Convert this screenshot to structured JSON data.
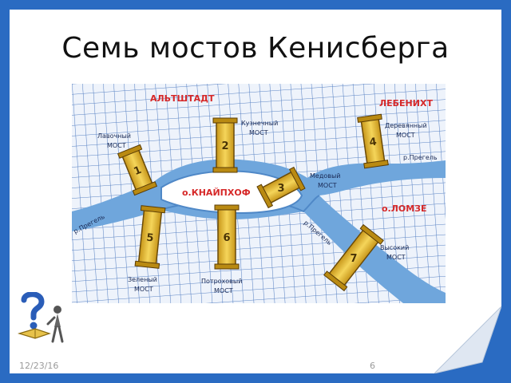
{
  "slide": {
    "title": "Семь мостов Кенисберга",
    "date": "12/23/16",
    "page_number": "6"
  },
  "map": {
    "districts": {
      "altshtadt": "АЛЬТШТАДТ",
      "lebenikht": "ЛЕБЕНИХТ",
      "knaiphof": "о.КНАЙПХОФ",
      "lomze": "о.ЛОМЗЕ"
    },
    "river_labels": {
      "left": "р.Прегель",
      "middle": "р.Прегель",
      "right": "р.Прегель"
    },
    "bridges": [
      {
        "number": "1",
        "line1": "Лавочный",
        "line2": "МОСТ"
      },
      {
        "number": "2",
        "line1": "Кузнечный",
        "line2": "МОСТ"
      },
      {
        "number": "3",
        "line1": "Медовый",
        "line2": "МОСТ"
      },
      {
        "number": "4",
        "line1": "Деревянный",
        "line2": "МОСТ"
      },
      {
        "number": "5",
        "line1": "Зеленый",
        "line2": "МОСТ"
      },
      {
        "number": "6",
        "line1": "Потроховый",
        "line2": "МОСТ"
      },
      {
        "number": "7",
        "line1": "Высокий",
        "line2": "МОСТ"
      }
    ],
    "colors": {
      "water": "#6fa6dc",
      "land": "#ffffff",
      "bridge": "#e3bd2e",
      "label_red": "#d62828"
    }
  },
  "colors": {
    "frame": "#2a6bc2"
  },
  "icons": {
    "corner": "page-curl-icon",
    "help": "question-reader-icon"
  }
}
